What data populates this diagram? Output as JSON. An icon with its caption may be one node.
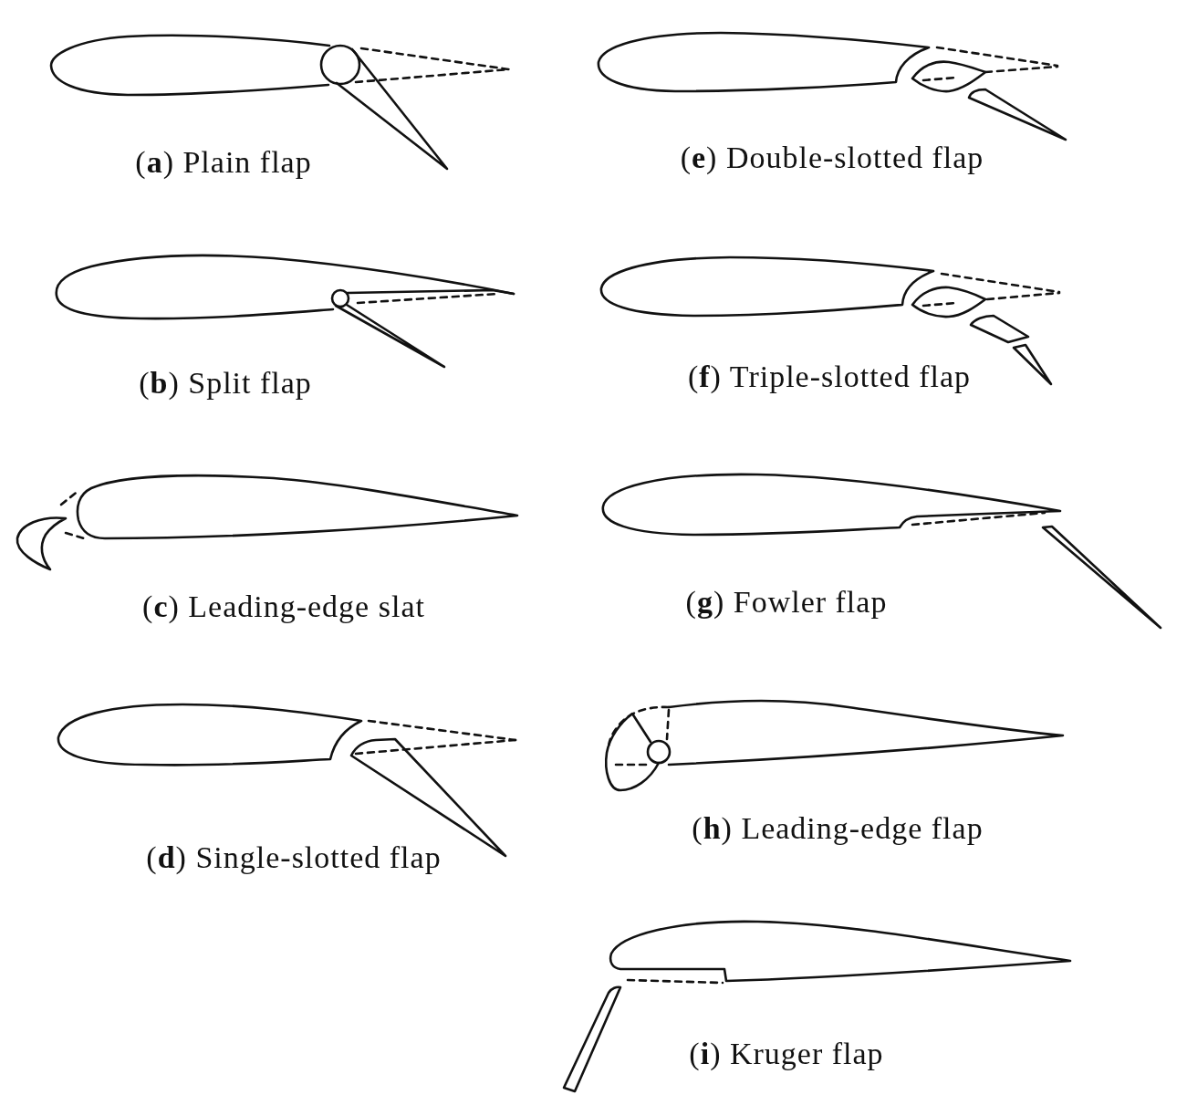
{
  "diagram": {
    "labels": [
      "(**a**) Plain flap",
      "(**b**) Split flap",
      "(**c**) Leading-edge slat",
      "(**d**) Single-slotted flap",
      "(**e**) Double-slotted flap",
      "(**f**) Triple-slotted flap",
      "(**g**) Fowler flap",
      "(**h**) Leading-edge flap",
      "(**i**) Kruger flap"
    ]
  }
}
